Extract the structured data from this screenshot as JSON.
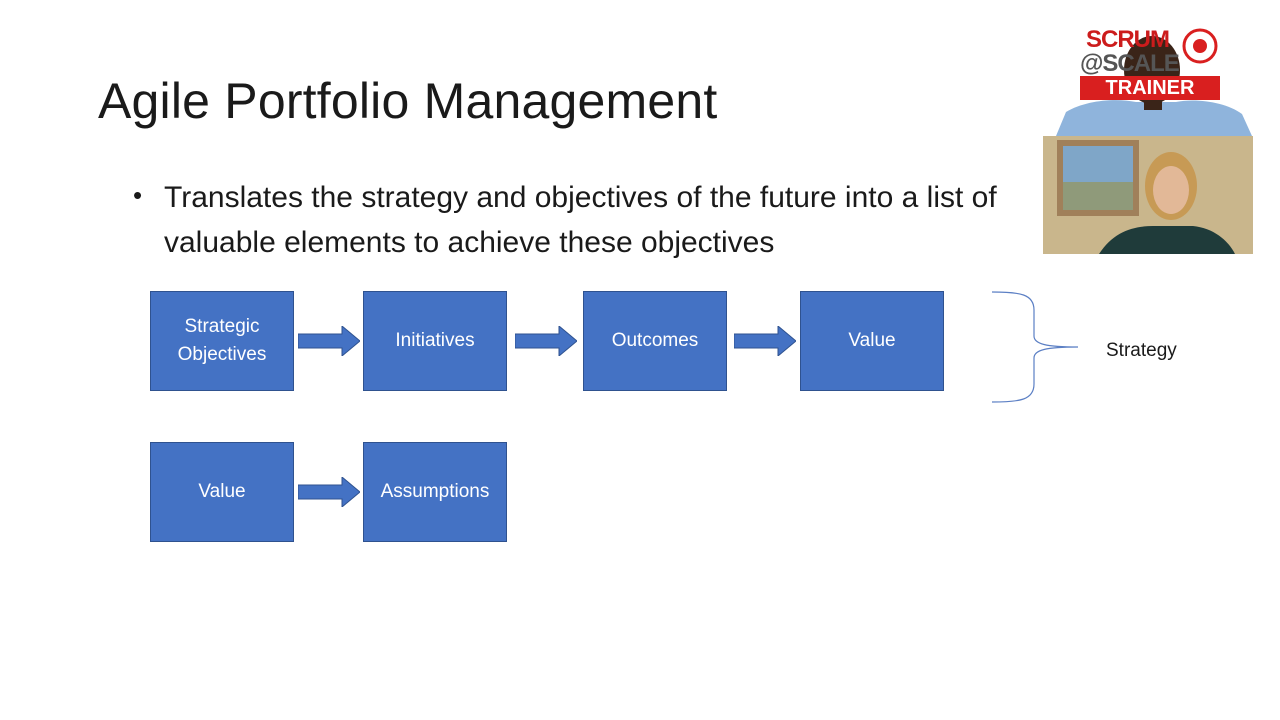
{
  "slide": {
    "title": "Agile Portfolio Management",
    "bullet": "•",
    "bullet_text": "Translates the strategy and objectives of the future into a list of valuable elements to achieve these objectives"
  },
  "diagram": {
    "row1": [
      {
        "label": "Strategic Objectives"
      },
      {
        "label": "Initiatives"
      },
      {
        "label": "Outcomes"
      },
      {
        "label": "Value"
      }
    ],
    "row2": [
      {
        "label": "Value"
      },
      {
        "label": "Assumptions"
      }
    ],
    "brace_label": "Strategy"
  },
  "video_tiles": {
    "presenter_badge": {
      "line1": "SCRUM",
      "line2": "@SCALE",
      "line3": "TRAINER"
    }
  },
  "colors": {
    "box_fill": "#4472c4",
    "box_border": "#2f528f",
    "badge_red": "#d91f1f"
  },
  "icons": {
    "arrow": "right-block-arrow-icon",
    "brace": "right-curly-brace-icon"
  }
}
